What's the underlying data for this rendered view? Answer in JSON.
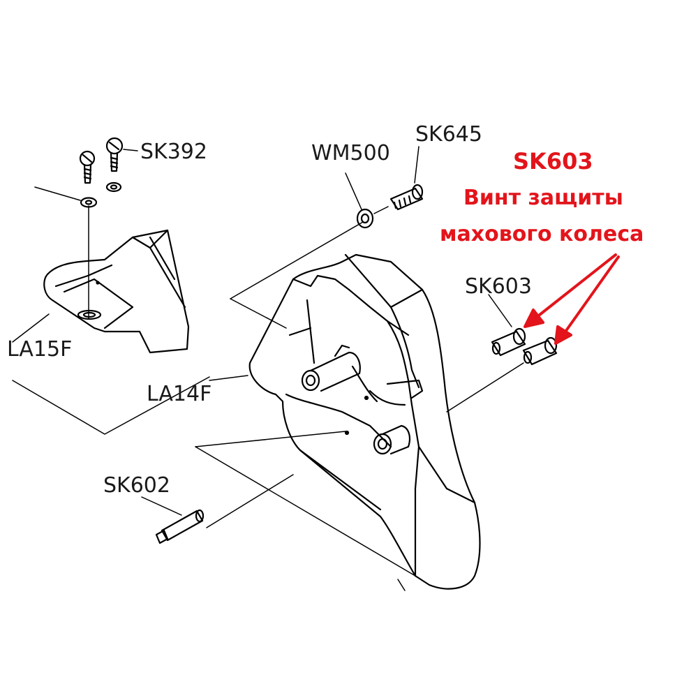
{
  "labels": {
    "sk392": "SK392",
    "wm500": "WM500",
    "sk645": "SK645",
    "la15f": "LA15F",
    "la14f": "LA14F",
    "sk603": "SK603",
    "sk602": "SK602"
  },
  "callout": {
    "code": "SK603",
    "line1": "Винт защиты",
    "line2": "махового колеса"
  },
  "colors": {
    "callout": "#e3141b",
    "line": "#000000"
  }
}
